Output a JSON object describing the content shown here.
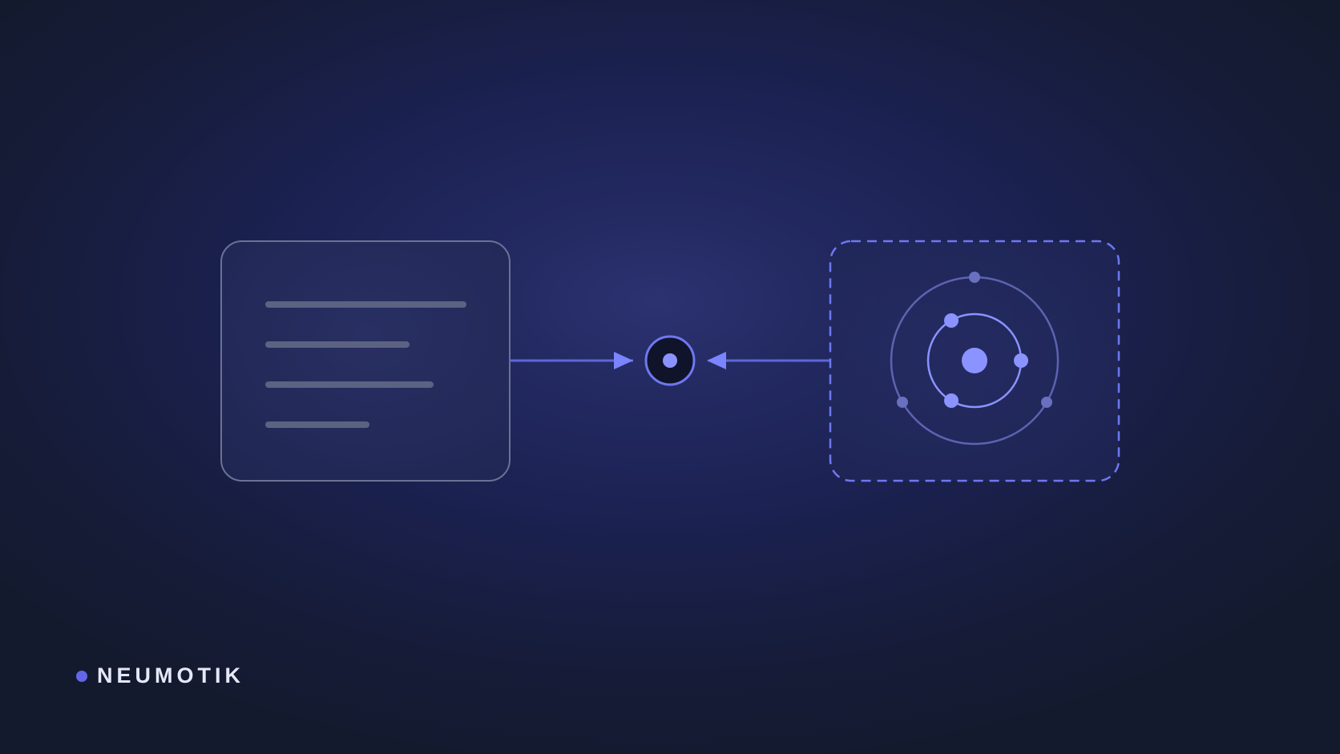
{
  "brand": {
    "name": "NEUMOTIK"
  },
  "colors": {
    "accent": "#7a85ff",
    "accent_line": "#5f66d8",
    "hub_fill": "#10142a",
    "panel_border": "#6b7294",
    "text_line": "#5c6382",
    "orbit_outer": "#5c63b0",
    "orbit_inner": "#8a93ff",
    "brand_dot": "#6466e8",
    "brand_text": "#e6e8f7"
  },
  "diagram": {
    "source_panel": {
      "text_line_count": 4
    },
    "connector": {
      "arrow_count": 2
    },
    "target_panel": {
      "border_style": "dashed",
      "orbits": 2
    }
  }
}
